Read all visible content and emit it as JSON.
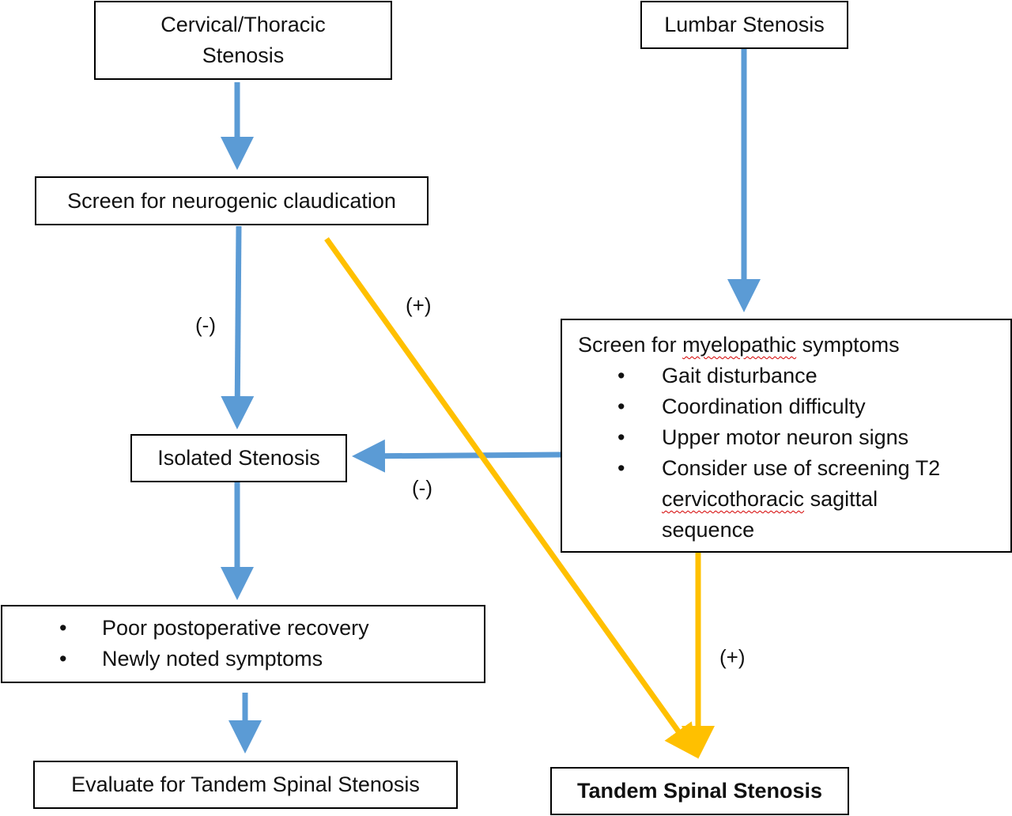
{
  "nodes": {
    "cervical": {
      "line1": "Cervical/Thoracic",
      "line2": "Stenosis"
    },
    "lumbar": {
      "label": "Lumbar Stenosis"
    },
    "screen_neuro": {
      "label": "Screen for neurogenic claudication"
    },
    "screen_myelo": {
      "title_pre": "Screen for ",
      "title_flag": "myelopathic",
      "title_post": " symptoms",
      "bullets": [
        "Gait disturbance",
        "Coordination difficulty",
        "Upper motor neuron signs",
        "Consider use of screening T2"
      ],
      "bullet4_line2_flag": "cervicothoracic",
      "bullet4_line2_post": " sagittal",
      "bullet4_line3": "sequence"
    },
    "isolated": {
      "label": "Isolated Stenosis"
    },
    "postop": {
      "bullets": [
        "Poor postoperative recovery",
        "Newly noted symptoms"
      ]
    },
    "evaluate": {
      "label": "Evaluate for Tandem Spinal Stenosis"
    },
    "tandem": {
      "label": "Tandem Spinal Stenosis"
    }
  },
  "edge_labels": {
    "neuro_neg": "(-)",
    "neuro_pos": "(+)",
    "myelo_neg": "(-)",
    "myelo_pos": "(+)"
  },
  "bullet_glyph": "•",
  "colors": {
    "blue_arrow": "#5b9bd5",
    "yellow_arrow": "#ffc000",
    "box_border": "#000000",
    "spellcheck_underline": "#d40000"
  }
}
